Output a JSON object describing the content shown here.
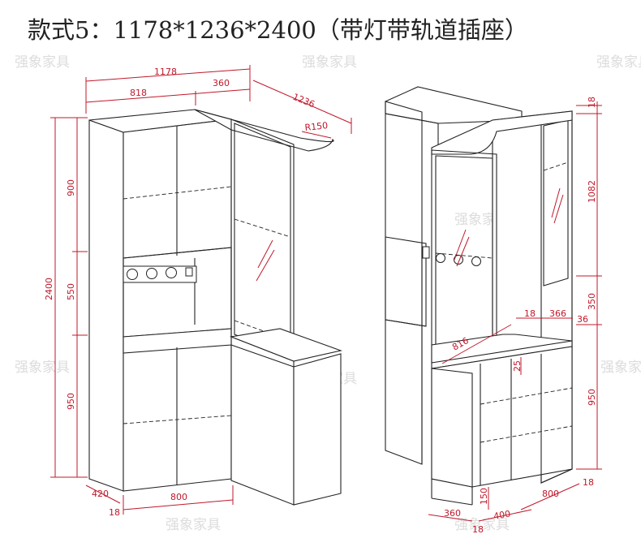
{
  "title": "款式5：1178*1236*2400（带灯带轨道插座）",
  "watermark": "强象家具",
  "left_dimensions": {
    "top_width": "1178",
    "top_left": "818",
    "top_right": "360",
    "side_depth": "1236",
    "radius": "R150",
    "height_total": "2400",
    "height_top": "900",
    "height_middle": "550",
    "height_bottom": "950",
    "bottom_depth": "420",
    "bottom_width": "800",
    "bottom_gap": "18"
  },
  "right_dimensions": {
    "top_thickness": "18",
    "glass_height": "1082",
    "middle_height": "350",
    "bottom_height": "950",
    "shelf_offset": "18",
    "shelf_width": "366",
    "side_gap": "36",
    "counter_width": "816",
    "counter_thickness": "25",
    "base_left": "360",
    "base_height": "150",
    "base_depth": "400",
    "base_gap": "18",
    "bottom_width": "800",
    "bottom_side": "18"
  }
}
